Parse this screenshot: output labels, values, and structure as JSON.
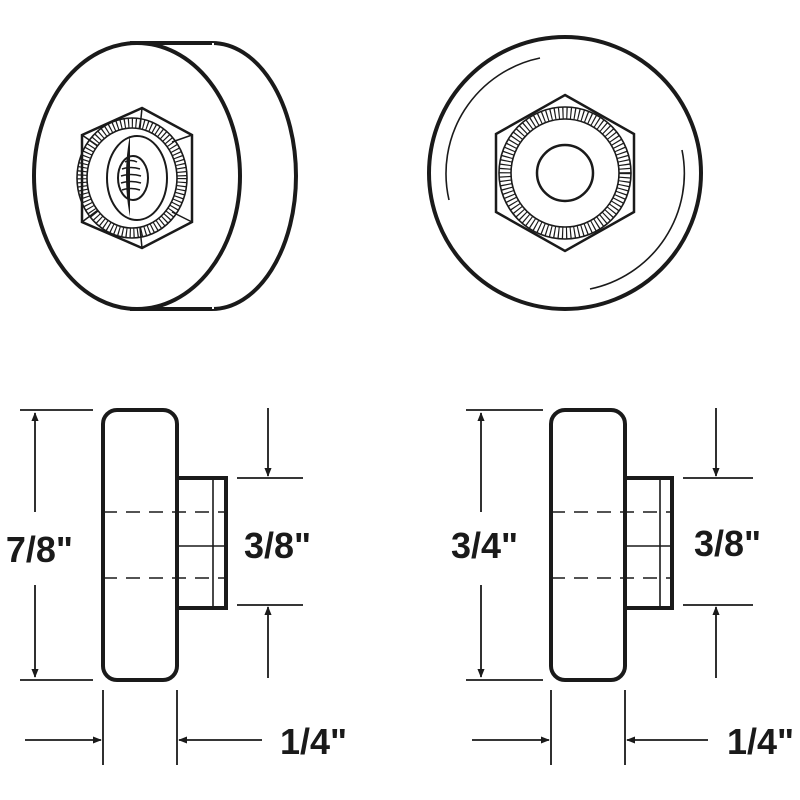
{
  "figure": {
    "views": {
      "angled_view": "",
      "front_view": ""
    },
    "left_side_view": {
      "outer_diameter": "7/8\"",
      "hub_diameter": "3/8\"",
      "width": "1/4\""
    },
    "right_side_view": {
      "outer_diameter": "3/4\"",
      "hub_diameter": "3/8\"",
      "width": "1/4\""
    },
    "colors": {
      "line": "#1a1a1a",
      "background": "#ffffff"
    }
  }
}
